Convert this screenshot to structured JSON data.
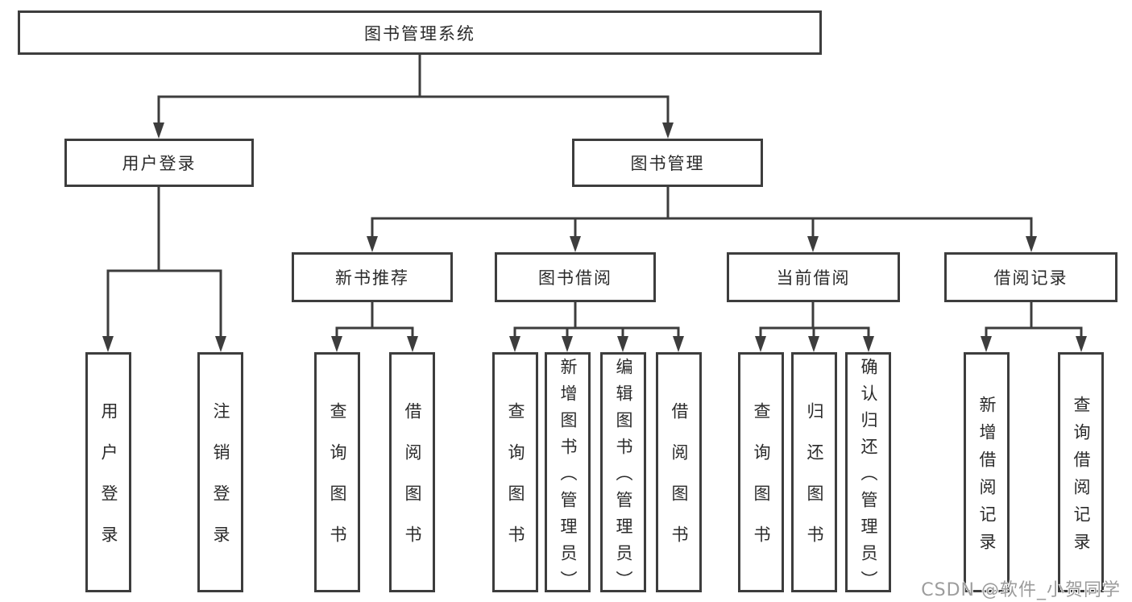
{
  "tree": {
    "root": {
      "label": "图书管理系统"
    },
    "branches": [
      {
        "label": "用户登录",
        "children": [
          {
            "label": "用户登录"
          },
          {
            "label": "注销登录"
          }
        ]
      },
      {
        "label": "图书管理",
        "children": [
          {
            "label": "新书推荐",
            "children": [
              {
                "label": "查询图书"
              },
              {
                "label": "借阅图书"
              }
            ]
          },
          {
            "label": "图书借阅",
            "children": [
              {
                "label": "查询图书"
              },
              {
                "label": "新增图书（管理员）"
              },
              {
                "label": "编辑图书（管理员）"
              },
              {
                "label": "借阅图书"
              }
            ]
          },
          {
            "label": "当前借阅",
            "children": [
              {
                "label": "查询图书"
              },
              {
                "label": "归还图书"
              },
              {
                "label": "确认归还（管理员）"
              }
            ]
          },
          {
            "label": "借阅记录",
            "children": [
              {
                "label": "新增借阅记录"
              },
              {
                "label": "查询借阅记录"
              }
            ]
          }
        ]
      }
    ]
  },
  "watermark": {
    "text": "CSDN @软件_小贺同学"
  },
  "colors": {
    "line": "#3d3d3d",
    "box_border": "#3d3d3d",
    "text": "#2b2b2b",
    "background": "#ffffff",
    "watermark": "#9c9c9c"
  }
}
